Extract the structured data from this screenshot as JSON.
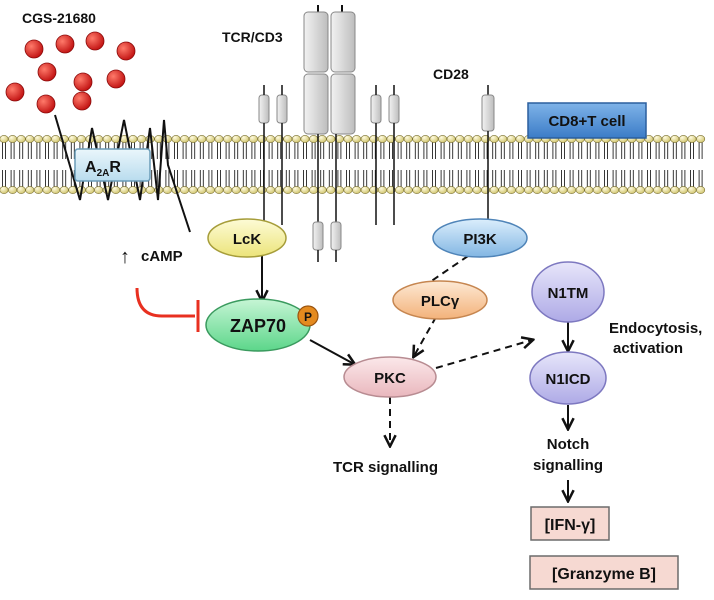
{
  "agonist_label": "CGS-21680",
  "receptor": {
    "main": "A",
    "sub": "2A",
    "tail": "R"
  },
  "tcr_label": "TCR/CD3",
  "cd28_label": "CD28",
  "cell_label": "CD8+T cell",
  "camp": {
    "arrow": "↑",
    "label": "cAMP"
  },
  "nodes": {
    "lck": "LcK",
    "zap70": "ZAP70",
    "phospho": "P",
    "pi3k": "PI3K",
    "plcg": "PLCγ",
    "pkc": "PKC",
    "n1tm": "N1TM",
    "n1icd": "N1ICD"
  },
  "endocytosis": [
    "Endocytosis,",
    "activation"
  ],
  "tcr_signalling": "TCR signalling",
  "notch_signalling": [
    "Notch",
    "signalling"
  ],
  "outputs": {
    "ifng": "[IFN-γ]",
    "granzyme": "[Granzyme B]"
  },
  "colors": {
    "agonist": "#d82020",
    "lck": "#f4ef9a",
    "zap70": "#7fe3a4",
    "phospho": "#e48a1f",
    "pi3k": "#9cc6ea",
    "plcg": "#f8c99a",
    "pkc": "#f3cfd3",
    "notch": "#c7c5ee",
    "inhibition": "#e83020",
    "cell_box": "#4f8fd4",
    "receptor_box": "#cfe8f4",
    "output_box": "#f6d9d2"
  }
}
